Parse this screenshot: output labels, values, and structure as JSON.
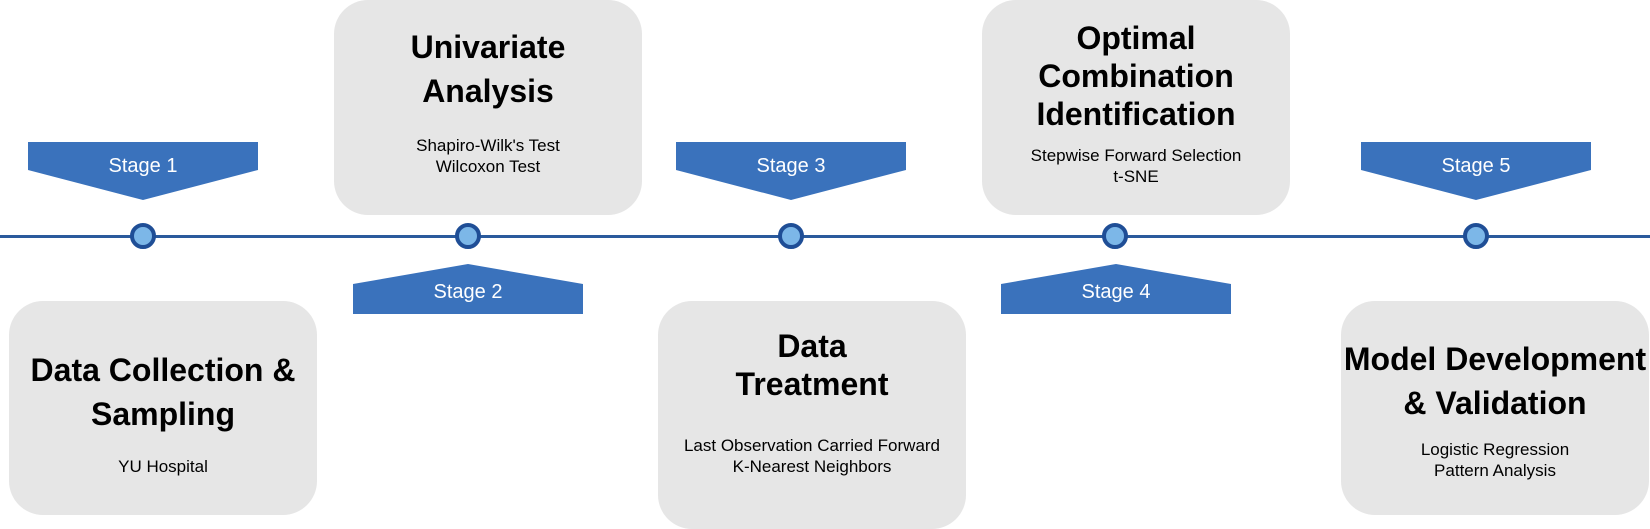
{
  "stages": [
    {
      "label": "Stage 1",
      "title": "Data Collection &\nSampling",
      "lines": [
        "YU Hospital"
      ]
    },
    {
      "label": "Stage 2",
      "title": "Univariate\nAnalysis",
      "lines": [
        "Shapiro-Wilk's Test",
        "Wilcoxon Test"
      ]
    },
    {
      "label": "Stage 3",
      "title": "Data\nTreatment",
      "lines": [
        "Last Observation Carried Forward",
        "K-Nearest Neighbors"
      ]
    },
    {
      "label": "Stage 4",
      "title": "Optimal\nCombination\nIdentification",
      "lines": [
        "Stepwise Forward Selection",
        "t-SNE"
      ]
    },
    {
      "label": "Stage 5",
      "title": "Model Development\n& Validation",
      "lines": [
        "Logistic Regression",
        "Pattern Analysis"
      ]
    }
  ],
  "colors": {
    "banner": "#3a72bc",
    "line": "#2a5a9c",
    "node_fill": "#7cb7e8",
    "node_border": "#1f4e96",
    "card": "#e6e6e6"
  }
}
